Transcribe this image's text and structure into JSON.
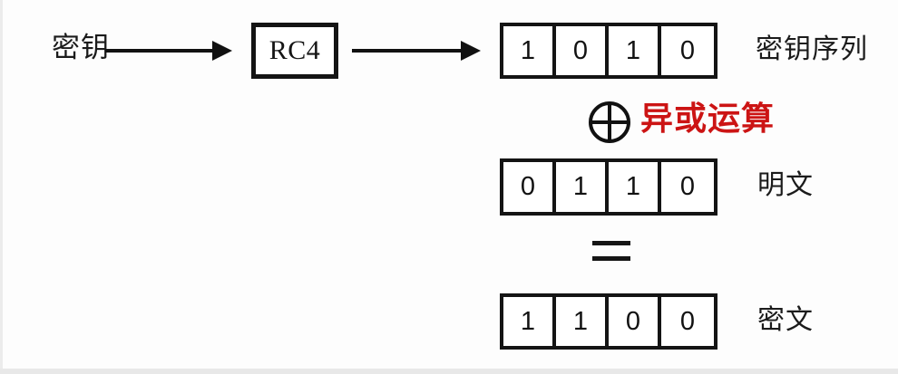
{
  "diagram": {
    "title": "RC4 keystream XOR diagram",
    "colors": {
      "ink": "#141414",
      "accent_red": "#cc1414",
      "background": "#fdfdfd"
    },
    "input": {
      "key_label": "密钥"
    },
    "cipher_box": {
      "label": "RC4"
    },
    "operator_xor": {
      "symbol": "⊕",
      "label": "异或运算"
    },
    "operator_equals": {
      "symbol": "="
    },
    "rows": [
      {
        "name": "keystream",
        "bits": [
          "1",
          "0",
          "1",
          "0"
        ],
        "label": "密钥序列"
      },
      {
        "name": "plaintext",
        "bits": [
          "0",
          "1",
          "1",
          "0"
        ],
        "label": "明文"
      },
      {
        "name": "ciphertext",
        "bits": [
          "1",
          "1",
          "0",
          "0"
        ],
        "label": "密文"
      }
    ]
  }
}
